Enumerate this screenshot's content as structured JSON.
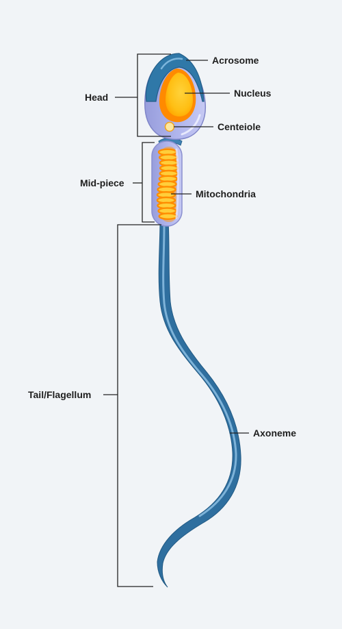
{
  "labels": {
    "acrosome": "Acrosome",
    "nucleus": "Nucleus",
    "centriole": "Centeiole",
    "mitochondria": "Mitochondria",
    "axoneme": "Axoneme",
    "head": "Head",
    "midpiece": "Mid-piece",
    "tail": "Tail/Flagellum"
  },
  "colors": {
    "background": "#f1f4f7",
    "acrosome": "#2f78a8",
    "head_membrane": "#a8aee6",
    "nucleus_outer": "#ff8a00",
    "nucleus_inner": "#ffc21a",
    "centriole": "#fde7a0",
    "tail": "#3f82b4",
    "tail_highlight": "#8fc0e4",
    "mitochondria": "#ffb21a"
  }
}
